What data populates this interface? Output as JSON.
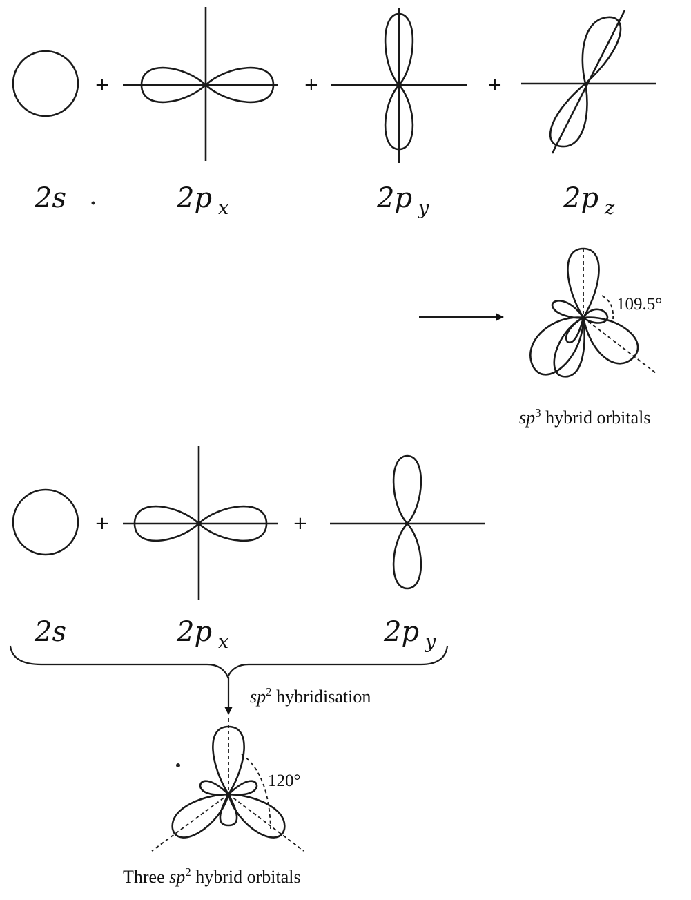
{
  "top_row": {
    "labels": {
      "s": "2s",
      "px_main": "2p",
      "px_sub": "x",
      "py_main": "2p",
      "py_sub": "y",
      "pz_main": "2p",
      "pz_sub": "z"
    },
    "plus": "+"
  },
  "sp3": {
    "angle": "109.5°",
    "caption_italic": "sp",
    "caption_sup": "3",
    "caption_rest": " hybrid orbitals"
  },
  "bottom_row": {
    "labels": {
      "s": "2s",
      "px_main": "2p",
      "px_sub": "x",
      "py_main": "2p",
      "py_sub": "y"
    },
    "plus": "+"
  },
  "sp2": {
    "arrow_label_italic": "sp",
    "arrow_label_sup": "2",
    "arrow_label_rest": " hybridisation",
    "angle": "120°",
    "caption_prefix": "Three ",
    "caption_italic": "sp",
    "caption_sup": "2",
    "caption_rest": " hybrid orbitals"
  }
}
